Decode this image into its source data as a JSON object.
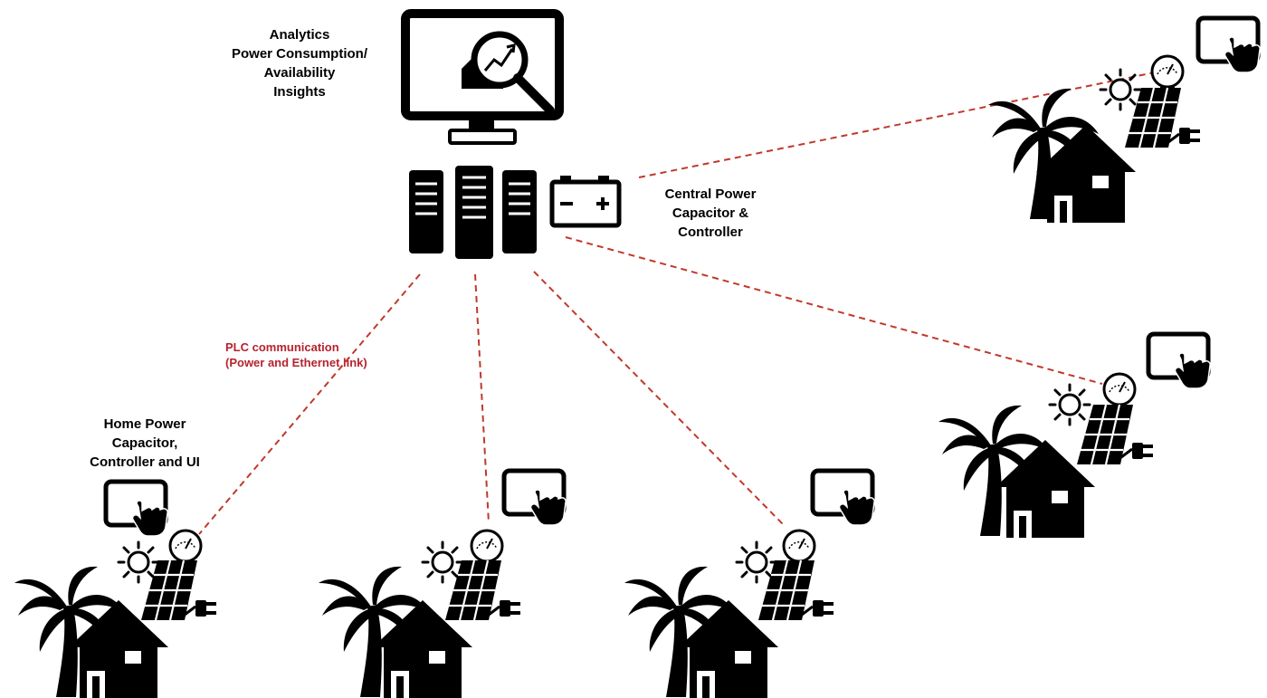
{
  "labels": {
    "analytics": [
      "Analytics",
      "Power Consumption/",
      "Availability",
      "Insights"
    ],
    "central": [
      "Central Power",
      "Capacitor &",
      "Controller"
    ],
    "home": [
      "Home Power",
      "Capacitor,",
      "Controller and UI"
    ],
    "plc": [
      "PLC communication",
      "(Power and Ethernet link)"
    ]
  },
  "colors": {
    "icon": "#000000",
    "link": "#c0392b",
    "plc_text": "#b5232e",
    "background": "#ffffff"
  },
  "icons": [
    "monitor-analytics-icon",
    "server-rack-icon",
    "battery-icon",
    "palm-tree-icon",
    "house-icon",
    "sun-icon",
    "solar-panel-icon",
    "power-meter-icon",
    "plug-icon",
    "tablet-touch-icon"
  ],
  "homes": [
    {
      "name": "home-1",
      "tablet": true
    },
    {
      "name": "home-2",
      "tablet": true
    },
    {
      "name": "home-3",
      "tablet": true
    },
    {
      "name": "home-4",
      "tablet": true
    },
    {
      "name": "home-5",
      "tablet": true
    }
  ]
}
